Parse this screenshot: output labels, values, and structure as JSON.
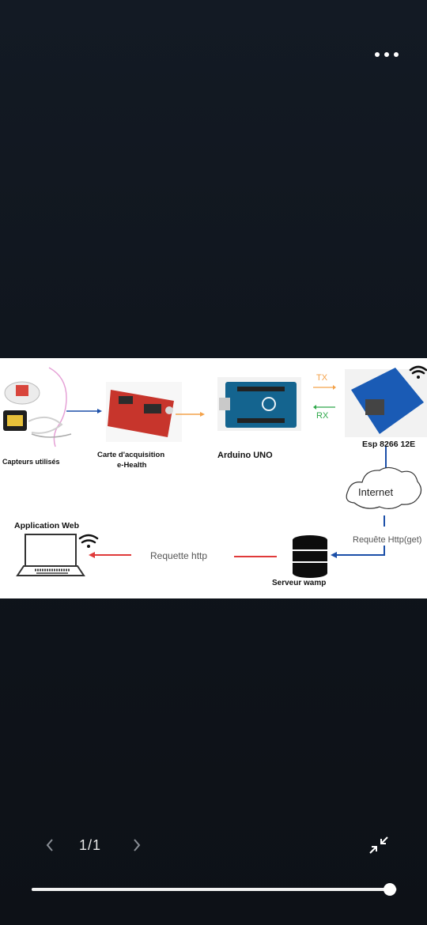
{
  "diagram": {
    "capteurs_label": "Capteurs utilisés",
    "carte_label_1": "Carte d'acquisition",
    "carte_label_2": "e-Health",
    "arduino_label": "Arduino UNO",
    "tx_label": "TX",
    "rx_label": "RX",
    "esp_label": "Esp 8266 12E",
    "internet_label": "Internet",
    "requete_get_label": "Requête Http(get)",
    "serveur_label": "Serveur wamp",
    "requette_http_label": "Requette http",
    "app_web_label": "Application Web"
  },
  "pager": {
    "counter": "1/1"
  },
  "progress": {
    "fraction": 0.98
  },
  "icons": {
    "more": "more-horizontal-icon",
    "prev": "chevron-left-icon",
    "next": "chevron-right-icon",
    "exit_fullscreen": "exit-fullscreen-icon"
  },
  "colors": {
    "blue_arrow": "#1b4fa8",
    "orange_arrow": "#f4a24a",
    "green_arrow": "#2ea84a",
    "red_arrow": "#e03a3a"
  }
}
